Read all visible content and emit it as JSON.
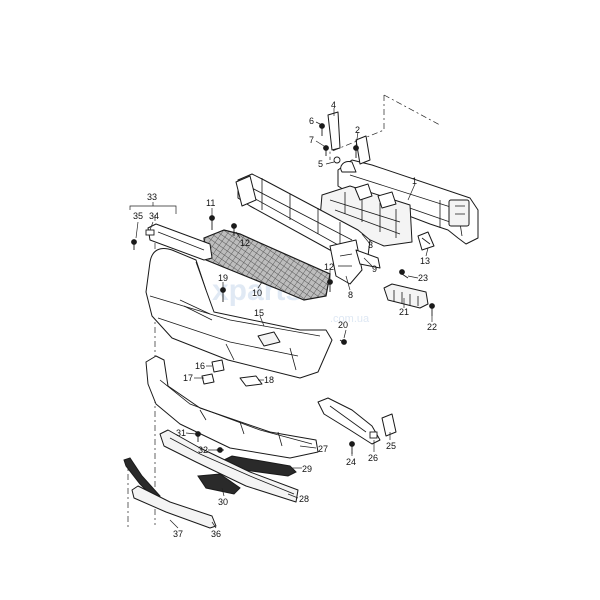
{
  "watermark": {
    "brand": "xparts",
    "domain": ".com.ua"
  },
  "callouts": [
    {
      "id": "c1",
      "label": "1"
    },
    {
      "id": "c2",
      "label": "2"
    },
    {
      "id": "c3",
      "label": "3"
    },
    {
      "id": "c4",
      "label": "4"
    },
    {
      "id": "c5",
      "label": "5"
    },
    {
      "id": "c6",
      "label": "6"
    },
    {
      "id": "c7",
      "label": "7"
    },
    {
      "id": "c8",
      "label": "8"
    },
    {
      "id": "c9",
      "label": "9"
    },
    {
      "id": "c10",
      "label": "10"
    },
    {
      "id": "c11",
      "label": "11"
    },
    {
      "id": "c12a",
      "label": "12"
    },
    {
      "id": "c12b",
      "label": "12"
    },
    {
      "id": "c13",
      "label": "13"
    },
    {
      "id": "c15",
      "label": "15"
    },
    {
      "id": "c16",
      "label": "16"
    },
    {
      "id": "c17",
      "label": "17"
    },
    {
      "id": "c18",
      "label": "18"
    },
    {
      "id": "c19",
      "label": "19"
    },
    {
      "id": "c20",
      "label": "20"
    },
    {
      "id": "c21",
      "label": "21"
    },
    {
      "id": "c22",
      "label": "22"
    },
    {
      "id": "c23",
      "label": "23"
    },
    {
      "id": "c24",
      "label": "24"
    },
    {
      "id": "c25",
      "label": "25"
    },
    {
      "id": "c26",
      "label": "26"
    },
    {
      "id": "c27",
      "label": "27"
    },
    {
      "id": "c28",
      "label": "28"
    },
    {
      "id": "c29",
      "label": "29"
    },
    {
      "id": "c30",
      "label": "30"
    },
    {
      "id": "c31",
      "label": "31"
    },
    {
      "id": "c32",
      "label": "32"
    },
    {
      "id": "c33",
      "label": "33"
    },
    {
      "id": "c34",
      "label": "34"
    },
    {
      "id": "c35",
      "label": "35"
    },
    {
      "id": "c36",
      "label": "36"
    },
    {
      "id": "c37",
      "label": "37"
    }
  ]
}
